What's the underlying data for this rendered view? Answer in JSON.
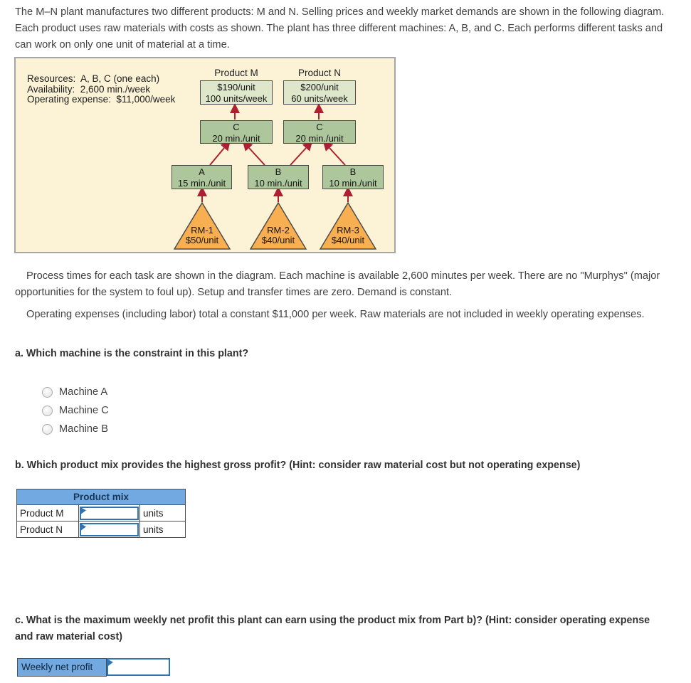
{
  "colors": {
    "table_header_blue": "#72A9E0",
    "answer_border_blue": "#2F74B5",
    "diagram_background": "#FCF3D7",
    "product_box_green": "#DEE7CA",
    "machine_box_green": "#AEC69C",
    "raw_material_orange": "#F8AF52",
    "arrow_red": "#B01E32"
  },
  "intro": "The M–N plant manufactures two different products: M and N. Selling prices and weekly market demands are shown in the following diagram. Each product uses raw materials with costs as shown. The plant has three different machines: A, B, and C. Each performs different tasks and can work on only one unit of material at a time.",
  "diagram": {
    "resources_line1": "Resources:  A, B, C (one each)",
    "resources_line2": "Availability:  2,600 min./week",
    "resources_line3": "Operating expense:  $11,000/week",
    "product_m": {
      "label": "Product M",
      "price": "$190/unit",
      "demand": "100 units/week"
    },
    "product_n": {
      "label": "Product N",
      "price": "$200/unit",
      "demand": "60 units/week"
    },
    "machine_c1": {
      "name": "C",
      "time": "20 min./unit"
    },
    "machine_c2": {
      "name": "C",
      "time": "20 min./unit"
    },
    "machine_a": {
      "name": "A",
      "time": "15 min./unit"
    },
    "machine_b1": {
      "name": "B",
      "time": "10 min./unit"
    },
    "machine_b2": {
      "name": "B",
      "time": "10 min./unit"
    },
    "rm1": {
      "name": "RM-1",
      "cost": "$50/unit"
    },
    "rm2": {
      "name": "RM-2",
      "cost": "$40/unit"
    },
    "rm3": {
      "name": "RM-3",
      "cost": "$40/unit"
    }
  },
  "para_process": "Process times for each task are shown in the diagram. Each machine is available 2,600 minutes per week. There are no \"Murphys\" (major opportunities for the system to foul up). Setup and transfer times are zero. Demand is constant.",
  "para_expense": "Operating expenses (including labor) total a constant $11,000 per week. Raw materials are not included in weekly operating expenses.",
  "question_a": {
    "label": "a. Which machine is the constraint in this plant?",
    "options": [
      {
        "label": "Machine A",
        "selected": false
      },
      {
        "label": "Machine C",
        "selected": false
      },
      {
        "label": "Machine B",
        "selected": false
      }
    ]
  },
  "question_b": {
    "label": "b. Which product mix provides the highest gross profit? (Hint: consider raw material cost but not operating expense)",
    "table": {
      "header": "Product mix",
      "rows": [
        {
          "label": "Product M",
          "value": "",
          "unit": "units"
        },
        {
          "label": "Product N",
          "value": "",
          "unit": "units"
        }
      ]
    }
  },
  "question_c": {
    "label": "c. What is the maximum weekly net profit this plant can earn using the product mix from Part b)? (Hint: consider operating expense and raw material cost)",
    "field_label": "Weekly net profit",
    "value": ""
  }
}
